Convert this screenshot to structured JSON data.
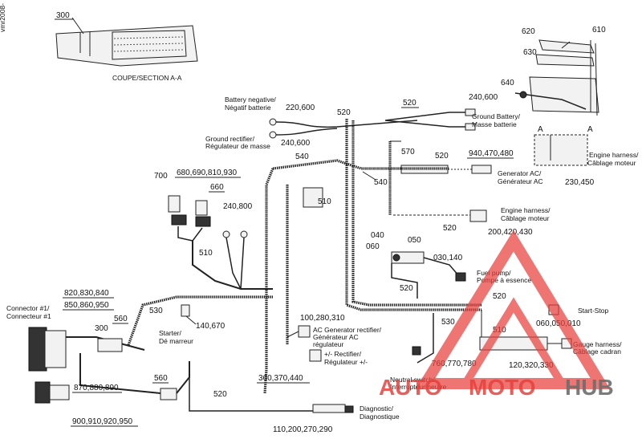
{
  "side_code": "vmr2008-",
  "section_title": "COUPE/SECTION A-A",
  "labels": {
    "battery_negative": "Battery negative/\nNégatif batterie",
    "ground_rectifier": "Ground rectifier/\nRégulateur de masse",
    "ground_battery": "Ground Battery/\nMasse batterie",
    "engine_harness_right": "Engine harness/\nCâblage moteur",
    "generator_ac": "Generator AC/\nGénérateur AC",
    "engine_harness_mid": "Engine harness/\nCâblage moteur",
    "fuel_pump": "Fuel pump/\nPompe à essence",
    "start_stop": "Start-Stop",
    "gauge_harness": "Gauge harness/\nCâblage cadran",
    "neutral_switch": "Neutral switch/\nInterrupteur neutre",
    "ac_generator_rectifier": "AC Generator rectifier/\nGénérateur AC\nrégulateur",
    "rectifier_plus_minus": "+/- Rectifier/\nRégulateur +/-",
    "starter": "Starter/\nDé marreur",
    "connector_1": "Connector #1/\nConnecteur #1",
    "diagnostic": "Diagnostic/\nDiagnostique",
    "section_marker_left": "A",
    "section_marker_right": "A"
  },
  "callouts": {
    "n300_top": "300",
    "n620": "620",
    "n610": "610",
    "n630": "630",
    "n640": "640",
    "n220_600": "220,600",
    "n520_a": "520",
    "n520_b": "520",
    "n240_600_a": "240,600",
    "n240_600_b": "240,600",
    "n540": "540",
    "n570": "570",
    "n520_c": "520",
    "n940": "940,470,480",
    "n230_450": "230,450",
    "n700": "700",
    "n680": "680,690,810,930",
    "n660": "660",
    "n540_b": "540",
    "n510_a": "510",
    "n240_800": "240,800",
    "n520_d": "520",
    "n200": "200,420,430",
    "n040": "040",
    "n050": "050",
    "n060": "060",
    "n030_140": "030,140",
    "n510_b": "510",
    "n520_e": "520",
    "n520_f": "520",
    "n820": "820,830,840",
    "n850": "850,860,950",
    "n530_a": "530",
    "n530_b": "530",
    "n300_b": "300",
    "n560_a": "560",
    "n140_670": "140,670",
    "n100": "100,280,310",
    "n060_050_010": "060,050,010",
    "n510_c": "510",
    "n760": "760,770,780",
    "n120": "120,320,330",
    "n360": "360,370,440",
    "n560_b": "560",
    "n870": "870,880,890",
    "n900": "900,910,920,950",
    "n520_g": "520",
    "n110": "110,200,270,290"
  },
  "watermark": {
    "part1": "AUTO",
    "part2": "MOTO",
    "part3": "HUB",
    "colors": {
      "red": "#e8413d",
      "gray": "#6d6d6d"
    }
  }
}
